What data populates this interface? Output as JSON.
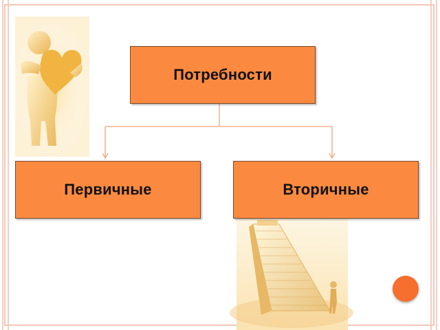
{
  "diagram": {
    "root": {
      "label": "Потребности"
    },
    "children": [
      {
        "label": "Первичные"
      },
      {
        "label": "Вторичные"
      }
    ]
  },
  "colors": {
    "box_fill": "#fb8a40",
    "box_border": "#7a4a2a",
    "connector": "#f2a37a",
    "accent_circle": "#f66f2e",
    "frame": "#f4c6b7"
  },
  "images": [
    {
      "icon": "figure-holding-heart-image"
    },
    {
      "icon": "staircase-figure-image"
    }
  ]
}
